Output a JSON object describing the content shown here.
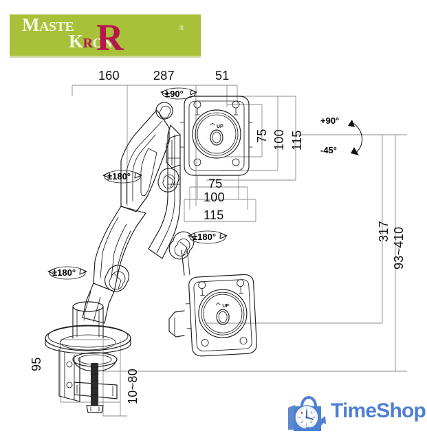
{
  "brand": {
    "name": "MasterKron",
    "line1_prefix": "M",
    "line1_rest": "ASTE",
    "line1_r": "R",
    "line2_k": "K",
    "line2_r": "R",
    "line2_rest": "ON",
    "registered_mark": "®",
    "green_hex": "#a8c138",
    "red_hex": "#b5164b",
    "text_hex": "#f3f6e4"
  },
  "drawing": {
    "title": "Gas spring monitor arm dimension drawing",
    "units": "mm",
    "top_dimensions": [
      {
        "label": "160",
        "id": "dim-160"
      },
      {
        "label": "287",
        "id": "dim-287"
      },
      {
        "label": "51",
        "id": "dim-51"
      }
    ],
    "vesa_vertical": [
      {
        "label": "75",
        "id": "dim-v-75"
      },
      {
        "label": "100",
        "id": "dim-v-100"
      },
      {
        "label": "115",
        "id": "dim-v-115"
      }
    ],
    "vesa_horizontal": [
      {
        "label": "75",
        "id": "dim-h-75"
      },
      {
        "label": "100",
        "id": "dim-h-100"
      },
      {
        "label": "115",
        "id": "dim-h-115"
      }
    ],
    "right_vertical": [
      {
        "label": "317",
        "id": "dim-317"
      },
      {
        "label": "93~410",
        "id": "dim-93-410"
      }
    ],
    "bottom_dimensions": [
      {
        "label": "95",
        "id": "dim-95"
      },
      {
        "label": "10~80",
        "id": "dim-10-80"
      }
    ],
    "angles": {
      "vesa_rotation": "±90°",
      "arm_rotation_top": "±180°",
      "arm_rotation_mid": "±180°",
      "arm_rotation_base": "±180°",
      "tilt_up": "+90°",
      "tilt_down": "-45°"
    },
    "plate_marking": "UP"
  },
  "watermark": {
    "text": "TimeShop",
    "icon": "shopping-bag-clock-icon",
    "color_hex": "#4f7fd1"
  }
}
